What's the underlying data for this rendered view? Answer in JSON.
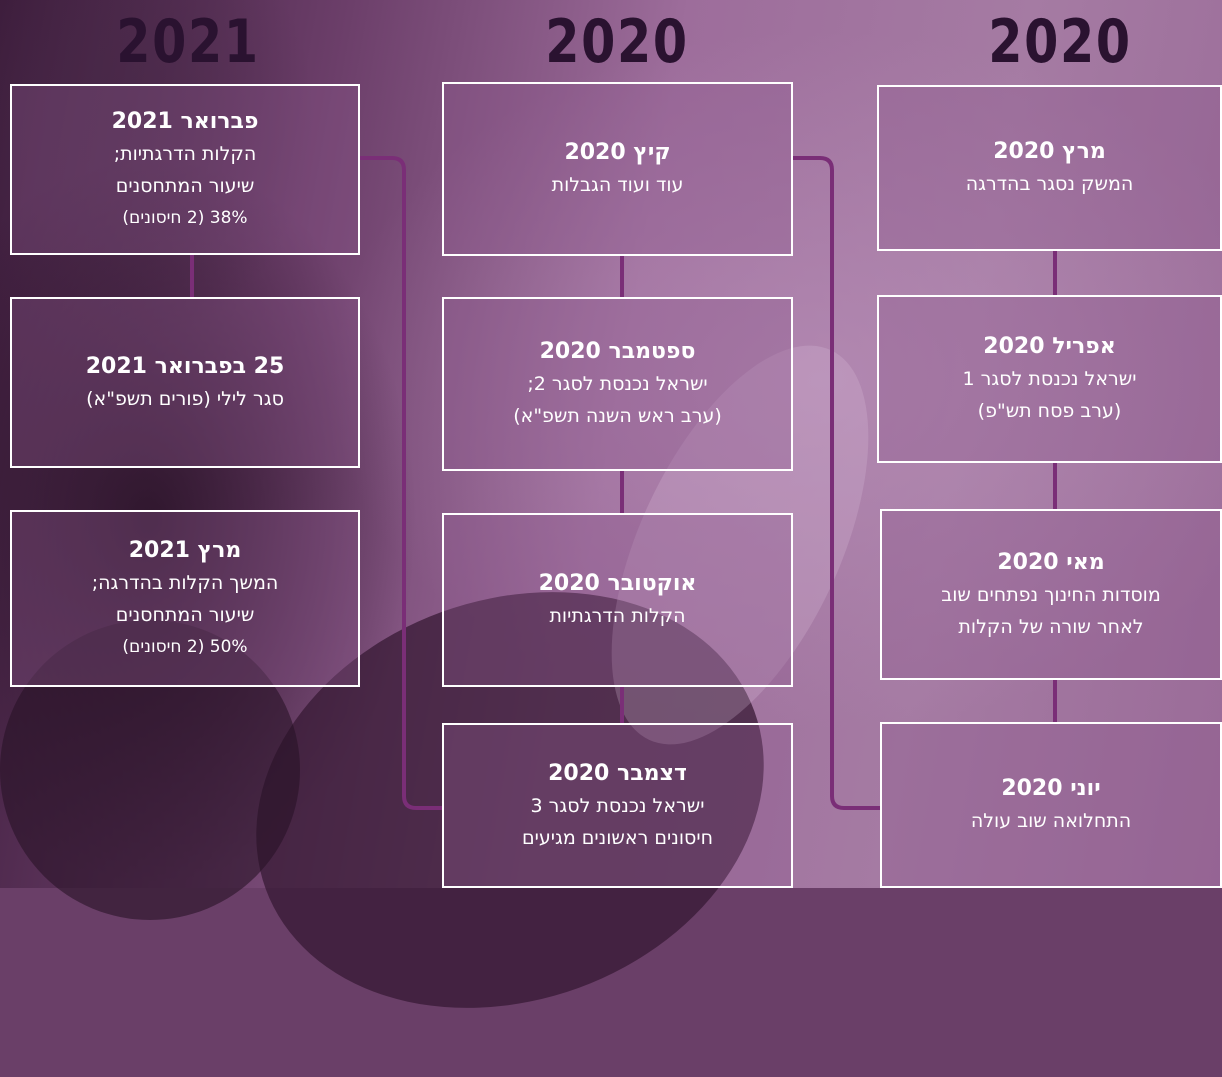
{
  "columns": [
    {
      "year": "2020",
      "items": [
        {
          "title": "מרץ 2020",
          "lines": [
            "המשק נסגר בהדרגה"
          ]
        },
        {
          "title": "אפריל 2020",
          "lines": [
            "ישראל נכנסת לסגר 1",
            "(ערב פסח תש\"פ)"
          ]
        },
        {
          "title": "מאי 2020",
          "lines": [
            "מוסדות החינוך נפתחים שוב",
            "לאחר שורה של הקלות"
          ]
        },
        {
          "title": "יוני 2020",
          "lines": [
            "התחלואה שוב עולה"
          ]
        }
      ]
    },
    {
      "year": "2020",
      "items": [
        {
          "title": "קיץ 2020",
          "lines": [
            "עוד ועוד הגבלות"
          ]
        },
        {
          "title": "ספטמבר 2020",
          "lines": [
            "ישראל נכנסת לסגר 2;",
            "(ערב ראש השנה תשפ\"א)"
          ]
        },
        {
          "title": "אוקטובר 2020",
          "lines": [
            "הקלות הדרגתיות"
          ]
        },
        {
          "title": "דצמבר 2020",
          "lines": [
            "ישראל נכנסת לסגר 3",
            "חיסונים ראשונים מגיעים"
          ]
        }
      ]
    },
    {
      "year": "2021",
      "items": [
        {
          "title": "פברואר 2021",
          "lines": [
            "הקלות הדרגתיות;",
            "שיעור המתחסנים",
            "38% (2 חיסונים)"
          ]
        },
        {
          "title": "25 בפברואר 2021",
          "lines": [
            "סגר לילי (פורים תשפ\"א)"
          ]
        },
        {
          "title": "מרץ 2021",
          "lines": [
            "המשך הקלות בהדרגה;",
            "שיעור המתחסנים",
            "50% (2 חיסונים)"
          ]
        }
      ]
    }
  ],
  "colors": {
    "connector": "#7a2e77",
    "border": "#ffffff",
    "year_text": "#2a1230"
  }
}
